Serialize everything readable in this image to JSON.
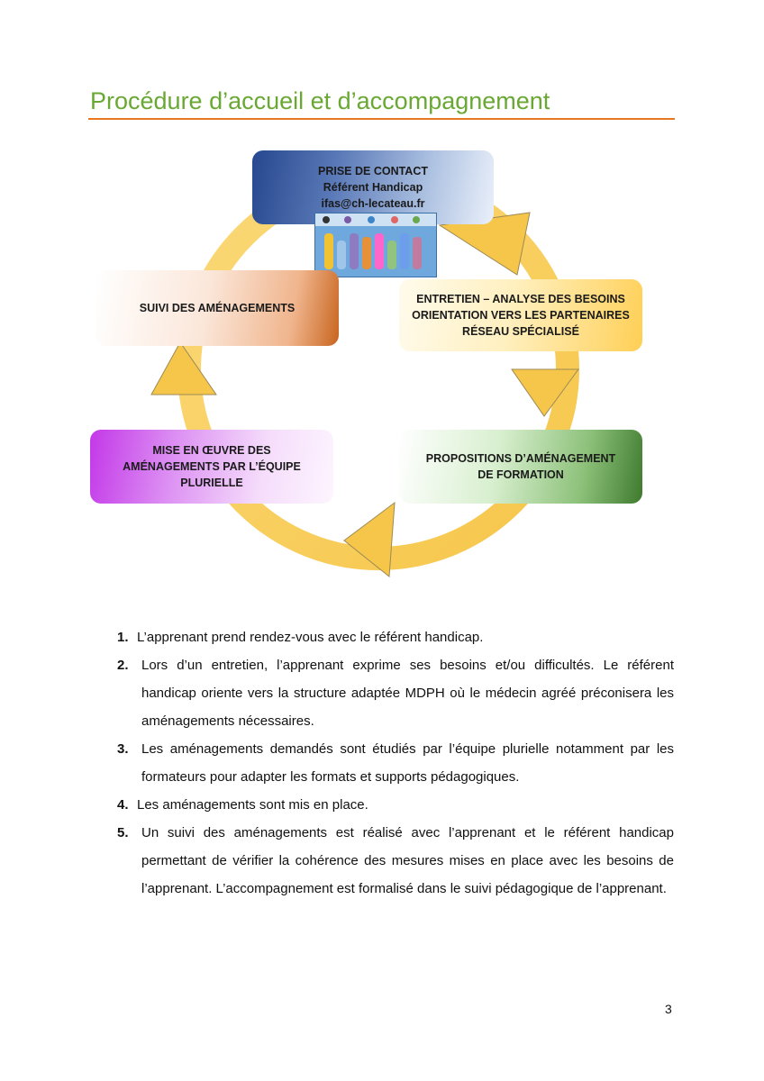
{
  "title": "Procédure d’accueil et d’accompagnement",
  "diagram": {
    "contact": {
      "line1": "PRISE DE CONTACT",
      "line2": "Référent Handicap",
      "line3": "ifas@ch-lecateau.fr"
    },
    "entretien": {
      "line1": "ENTRETIEN – ANALYSE DES BESOINS",
      "line2": "ORIENTATION VERS LES PARTENAIRES",
      "line3": "RÉSEAU SPÉCIALISÉ"
    },
    "propositions": {
      "line1": "PROPOSITIONS D’AMÉNAGEMENT",
      "line2": "DE FORMATION"
    },
    "mise_en_oeuvre": {
      "line1": "MISE EN ŒUVRE DES",
      "line2": "AMÉNAGEMENTS PAR L’ÉQUIPE",
      "line3": "PLURIELLE"
    },
    "suivi": {
      "line1": "SUIVI DES AMÉNAGEMENTS"
    },
    "arrow_color": "#f9cf62",
    "picture": "accessibility-people-illustration"
  },
  "steps": [
    {
      "num": "1.",
      "text": "L’apprenant prend rendez-vous avec le référent handicap."
    },
    {
      "num": "2.",
      "text": "Lors d’un entretien, l’apprenant exprime ses besoins et/ou difficultés. Le référent handicap oriente vers la structure adaptée MDPH où le médecin agréé préconisera les aménagements nécessaires."
    },
    {
      "num": "3.",
      "text": "Les aménagements demandés sont étudiés par l’équipe plurielle notamment par les formateurs pour adapter les formats et supports pédagogiques."
    },
    {
      "num": "4.",
      "text": "Les aménagements sont mis en place."
    },
    {
      "num": "5.",
      "text": "Un suivi des aménagements est réalisé avec l’apprenant et le référent handicap permettant de vérifier la cohérence des mesures mises en place avec les besoins de l’apprenant. L’accompagnement est formalisé dans le suivi pédagogique de l’apprenant."
    }
  ],
  "page_number": "3",
  "colors": {
    "title": "#6aa834",
    "rule": "#e87722"
  }
}
